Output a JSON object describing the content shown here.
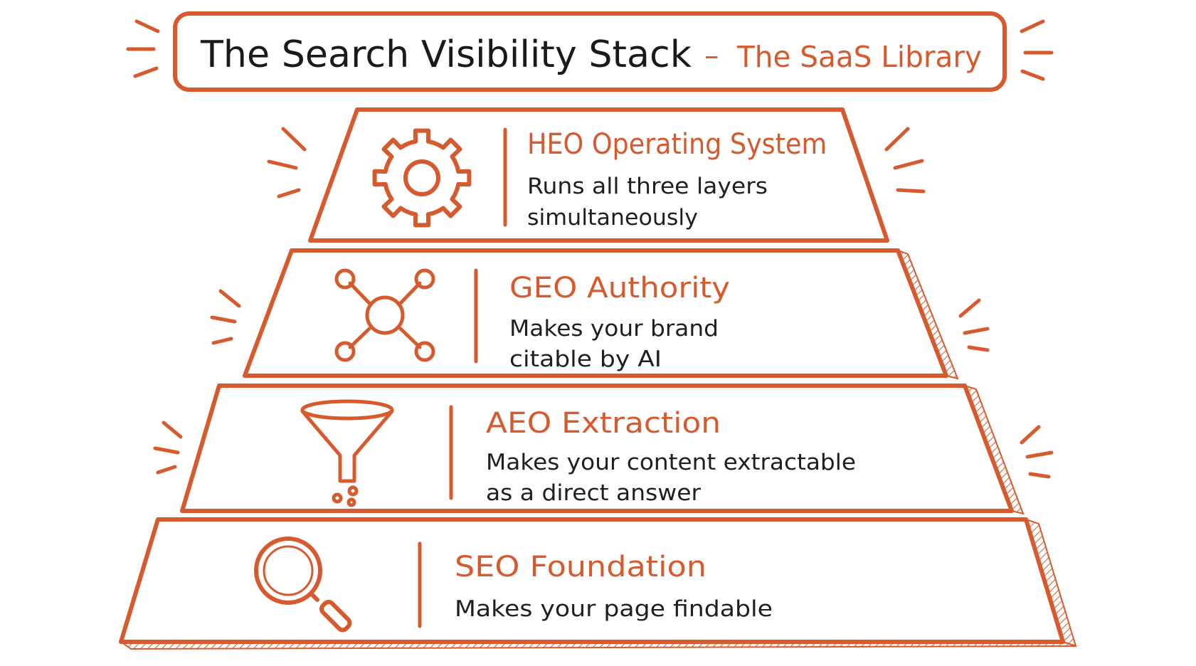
{
  "title": {
    "main": "The Search Visibility Stack",
    "separator": "–",
    "subtitle": "The SaaS Library"
  },
  "colors": {
    "accent": "#d65a2e",
    "text": "#1f1f1f",
    "background": "#ffffff"
  },
  "layers": [
    {
      "title": "HEO Operating System",
      "desc_line1": "Runs all three layers",
      "desc_line2": "simultaneously",
      "icon": "gear-icon"
    },
    {
      "title": "GEO Authority",
      "desc_line1": "Makes your brand",
      "desc_line2": "citable by AI",
      "icon": "network-icon"
    },
    {
      "title": "AEO Extraction",
      "desc_line1": "Makes your content extractable",
      "desc_line2": "as a direct answer",
      "icon": "funnel-icon"
    },
    {
      "title": "SEO Foundation",
      "desc_line1": "Makes your page findable",
      "icon": "magnifier-icon"
    }
  ]
}
